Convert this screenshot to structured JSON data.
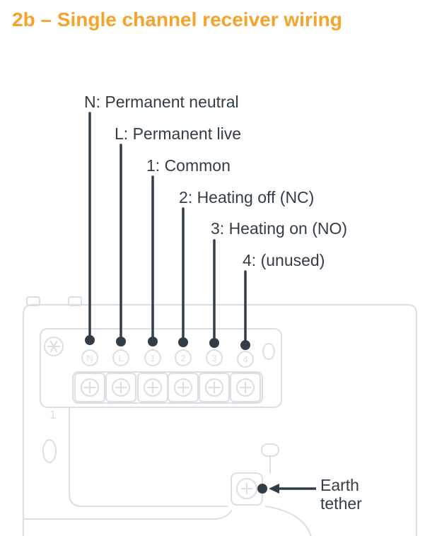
{
  "title": "2b – Single channel receiver wiring",
  "colors": {
    "accent": "#F7A228",
    "ink": "#333D47",
    "plate": "#DBDFE3"
  },
  "terminals": [
    {
      "id": "N",
      "label": "N: Permanent neutral"
    },
    {
      "id": "L",
      "label": "L: Permanent live"
    },
    {
      "id": "1",
      "label": "1: Common"
    },
    {
      "id": "2",
      "label": "2: Heating off (NC)"
    },
    {
      "id": "3",
      "label": "3: Heating on (NO)"
    },
    {
      "id": "4",
      "label": "4: (unused)"
    }
  ],
  "earth_label": {
    "line1": "Earth",
    "line2": "tether"
  },
  "plate_marking": "1"
}
